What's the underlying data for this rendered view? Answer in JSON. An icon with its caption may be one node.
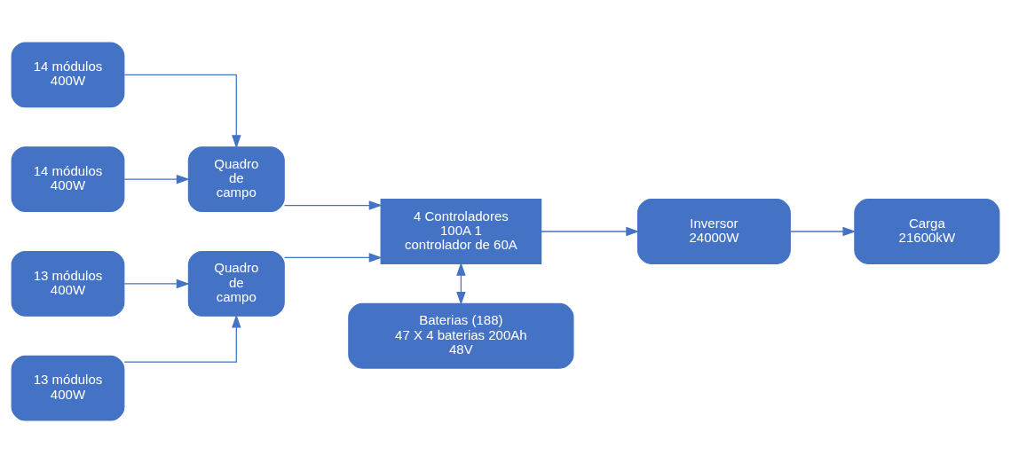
{
  "diagram": {
    "nodes": [
      {
        "text": [
          "14 módulos 400W"
        ]
      },
      {
        "text": [
          "14 módulos 400W"
        ]
      },
      {
        "text": [
          "Quadro de campo"
        ]
      },
      {
        "text": [
          "13 módulos 400W"
        ]
      },
      {
        "text": [
          "13 módulos 400W"
        ]
      },
      {
        "text": [
          "Quadro de campo"
        ]
      },
      {
        "text": [
          "4 Controladores 100A 1 controlador de 60A"
        ]
      },
      {
        "text": [
          "Inversor 24000W"
        ]
      },
      {
        "text": [
          "Carga 21600kW"
        ]
      },
      {
        "text": [
          "Baterias (188) 47 X 4 baterias 200Ah 48V"
        ]
      }
    ],
    "edges": [
      {
        "from": 0,
        "to": 2,
        "arrow": "to"
      },
      {
        "from": 1,
        "to": 2,
        "arrow": "to"
      },
      {
        "from": 3,
        "to": 5,
        "arrow": "to"
      },
      {
        "from": 4,
        "to": 5,
        "arrow": "to"
      },
      {
        "from": 2,
        "to": 6,
        "arrow": "to"
      },
      {
        "from": 5,
        "to": 6,
        "arrow": "to"
      },
      {
        "from": 6,
        "to": 7,
        "arrow": "to"
      },
      {
        "from": 7,
        "to": 8,
        "arrow": "to"
      },
      {
        "from": 6,
        "to": 9,
        "arrow": "both"
      }
    ]
  }
}
